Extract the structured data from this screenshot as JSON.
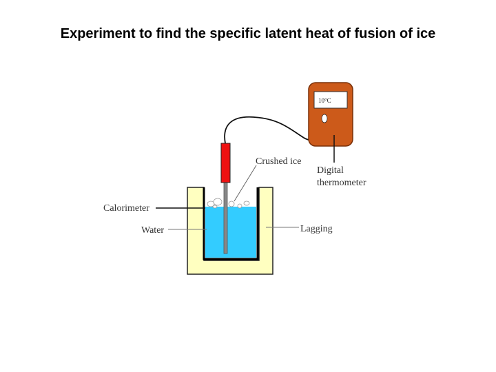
{
  "title": "Experiment to find the specific latent heat of fusion of ice",
  "labels": {
    "crushed_ice": "Crushed ice",
    "digital": "Digital",
    "thermometer": "thermometer",
    "calorimeter": "Calorimeter",
    "water": "Water",
    "lagging": "Lagging"
  },
  "thermometer_display": "10°C",
  "colors": {
    "lagging": "#ffffc0",
    "water": "#33ccff",
    "thermometer_body": "#cc5a1a",
    "probe_handle": "#ee1111",
    "probe_rod": "#888888"
  }
}
